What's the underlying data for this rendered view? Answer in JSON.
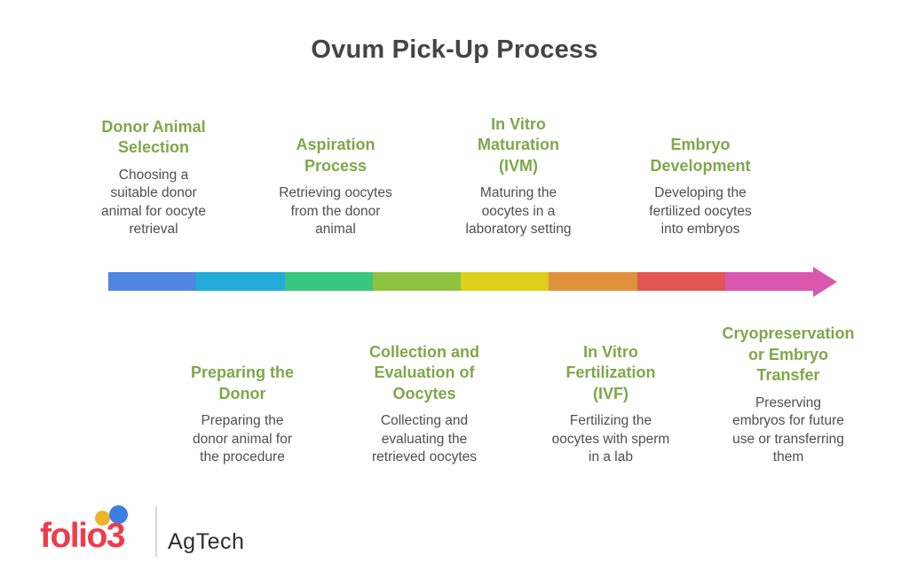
{
  "title": "Ovum Pick-Up Process",
  "steps_top": [
    {
      "heading": "Donor Animal\nSelection",
      "description": "Choosing a\nsuitable donor\nanimal for oocyte\nretrieval"
    },
    {
      "heading": "Aspiration\nProcess",
      "description": "Retrieving oocytes\nfrom the donor\nanimal"
    },
    {
      "heading": "In Vitro\nMaturation\n(IVM)",
      "description": "Maturing the\noocytes in a\nlaboratory setting"
    },
    {
      "heading": "Embryo\nDevelopment",
      "description": "Developing the\nfertilized oocytes\ninto embryos"
    }
  ],
  "steps_bottom": [
    {
      "heading": "Preparing the\nDonor",
      "description": "Preparing the\ndonor animal for\nthe procedure"
    },
    {
      "heading": "Collection and\nEvaluation of\nOocytes",
      "description": "Collecting and\nevaluating the\nretrieved oocytes"
    },
    {
      "heading": "In Vitro\nFertilization\n(IVF)",
      "description": "Fertilizing the\noocytes with sperm\nin a lab"
    },
    {
      "heading": "Cryopreservation\nor Embryo\nTransfer",
      "description": "Preserving\nembryos for future\nuse or transferring\nthem"
    }
  ],
  "arrow": {
    "segment_colors": [
      "#4f86e3",
      "#22abd9",
      "#38c77d",
      "#8ec23f",
      "#ddcf1b",
      "#e0913b",
      "#e25552",
      "#d957ae"
    ],
    "arrowhead_color": "#d957ae"
  },
  "colors": {
    "title_text": "#454545",
    "step_heading_green": "#7ea74a",
    "step_body_text": "#4f4f4f",
    "logo_red": "#ef3c4a",
    "logo_dot_yellow": "#f0b428",
    "logo_dot_blue": "#3e7ee2"
  },
  "logo": {
    "brand": "folio3",
    "division": "AgTech"
  }
}
